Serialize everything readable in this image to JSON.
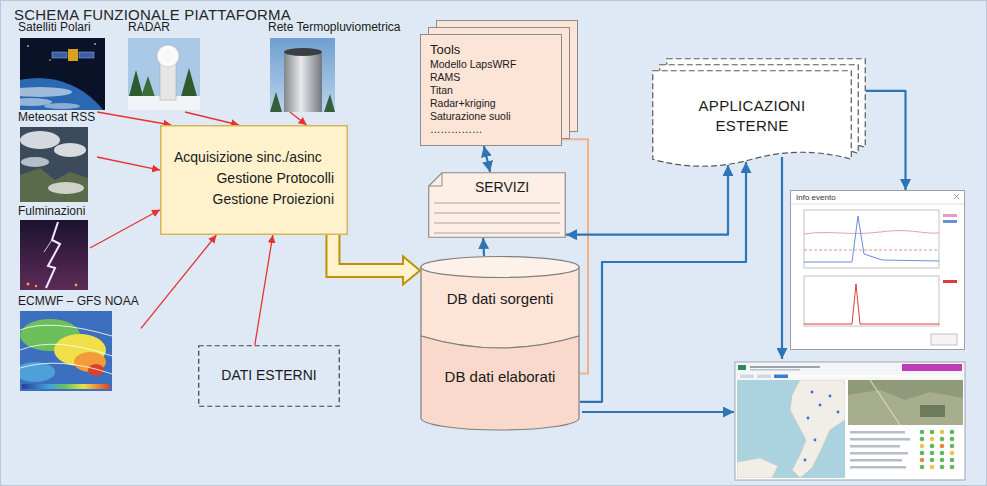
{
  "diagram": {
    "title": "SCHEMA FUNZIONALE PIATTAFORMA",
    "nodes": [
      {
        "text": [
          "Satelliti Polari"
        ]
      },
      {
        "text": [
          "RADAR"
        ]
      },
      {
        "text": [
          "Rete Termopluviometrica"
        ]
      },
      {
        "text": [
          "Meteosat RSS"
        ]
      },
      {
        "text": [
          "Fulminazioni"
        ]
      },
      {
        "text": [
          "ECMWF – GFS NOAA"
        ]
      },
      {
        "text": [
          "Acquisizione sinc./asinc",
          "Gestione Protocolli",
          "Gestione Proiezioni"
        ]
      },
      {
        "text": [
          "DATI ESTERNI"
        ]
      },
      {
        "text": [
          "Tools",
          "Modello LapsWRF",
          "RAMS",
          "Titan",
          "Radar+kriging",
          "Saturazione suoli",
          "……………"
        ]
      },
      {
        "text": [
          "SERVIZI"
        ]
      },
      {
        "text": [
          "DB dati sorgenti"
        ]
      },
      {
        "text": [
          "DB dati elaborati"
        ]
      },
      {
        "text": [
          "APPLICAZIONI ESTERNE"
        ]
      },
      {
        "text": [
          "Info evento"
        ]
      }
    ],
    "edges": [
      {
        "from": 0,
        "to": 6,
        "arrow": "to"
      },
      {
        "from": 1,
        "to": 6,
        "arrow": "to"
      },
      {
        "from": 2,
        "to": 6,
        "arrow": "to"
      },
      {
        "from": 3,
        "to": 6,
        "arrow": "to"
      },
      {
        "from": 4,
        "to": 6,
        "arrow": "to"
      },
      {
        "from": 5,
        "to": 6,
        "arrow": "to"
      },
      {
        "from": 7,
        "to": 6,
        "arrow": "to"
      },
      {
        "from": 6,
        "to": 10,
        "arrow": "to"
      },
      {
        "from": 10,
        "to": 9,
        "arrow": "to"
      },
      {
        "from": 8,
        "to": 9,
        "arrow": "both"
      },
      {
        "from": 8,
        "to": 11,
        "arrow": "none"
      },
      {
        "from": 9,
        "to": 12,
        "arrow": "both"
      },
      {
        "from": 11,
        "to": 12,
        "arrow": "to"
      },
      {
        "from": 12,
        "to": 13,
        "arrow": "to"
      }
    ]
  }
}
